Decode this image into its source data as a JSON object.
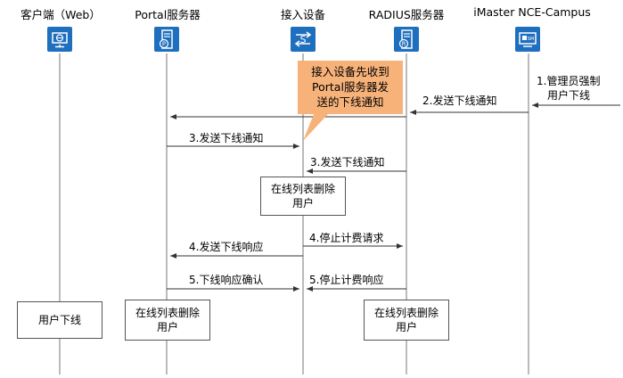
{
  "participants": {
    "client": "客户端（Web）",
    "portal": "Portal服务器",
    "access": "接入设备",
    "radius": "RADIUS服务器",
    "nce": "iMaster NCE-Campus"
  },
  "icons": {
    "client": "web-client-icon",
    "portal": "portal-server-icon",
    "access": "access-device-icon",
    "radius": "radius-server-icon",
    "nce": "nce-campus-icon"
  },
  "note": {
    "line1": "接入设备先收到",
    "line2": "Portal服务器发",
    "line3": "送的下线通知"
  },
  "messages": {
    "m1_line1": "1.管理员强制",
    "m1_line2": "用户下线",
    "m2": "2.发送下线通知",
    "m3a": "3.发送下线通知",
    "m3b": "3.发送下线通知",
    "m4a": "4.发送下线响应",
    "m4b": "4.停止计费请求",
    "m5a": "5.下线响应确认",
    "m5b": "5.停止计费响应"
  },
  "boxes": {
    "access_delete_1": "在线列表删除",
    "access_delete_2": "用户",
    "client_offline": "用户下线",
    "portal_delete_1": "在线列表删除",
    "portal_delete_2": "用户",
    "radius_delete_1": "在线列表删除",
    "radius_delete_2": "用户"
  },
  "colors": {
    "icon": "#1f6fbf",
    "note": "#f7b27a",
    "line": "#555555"
  }
}
